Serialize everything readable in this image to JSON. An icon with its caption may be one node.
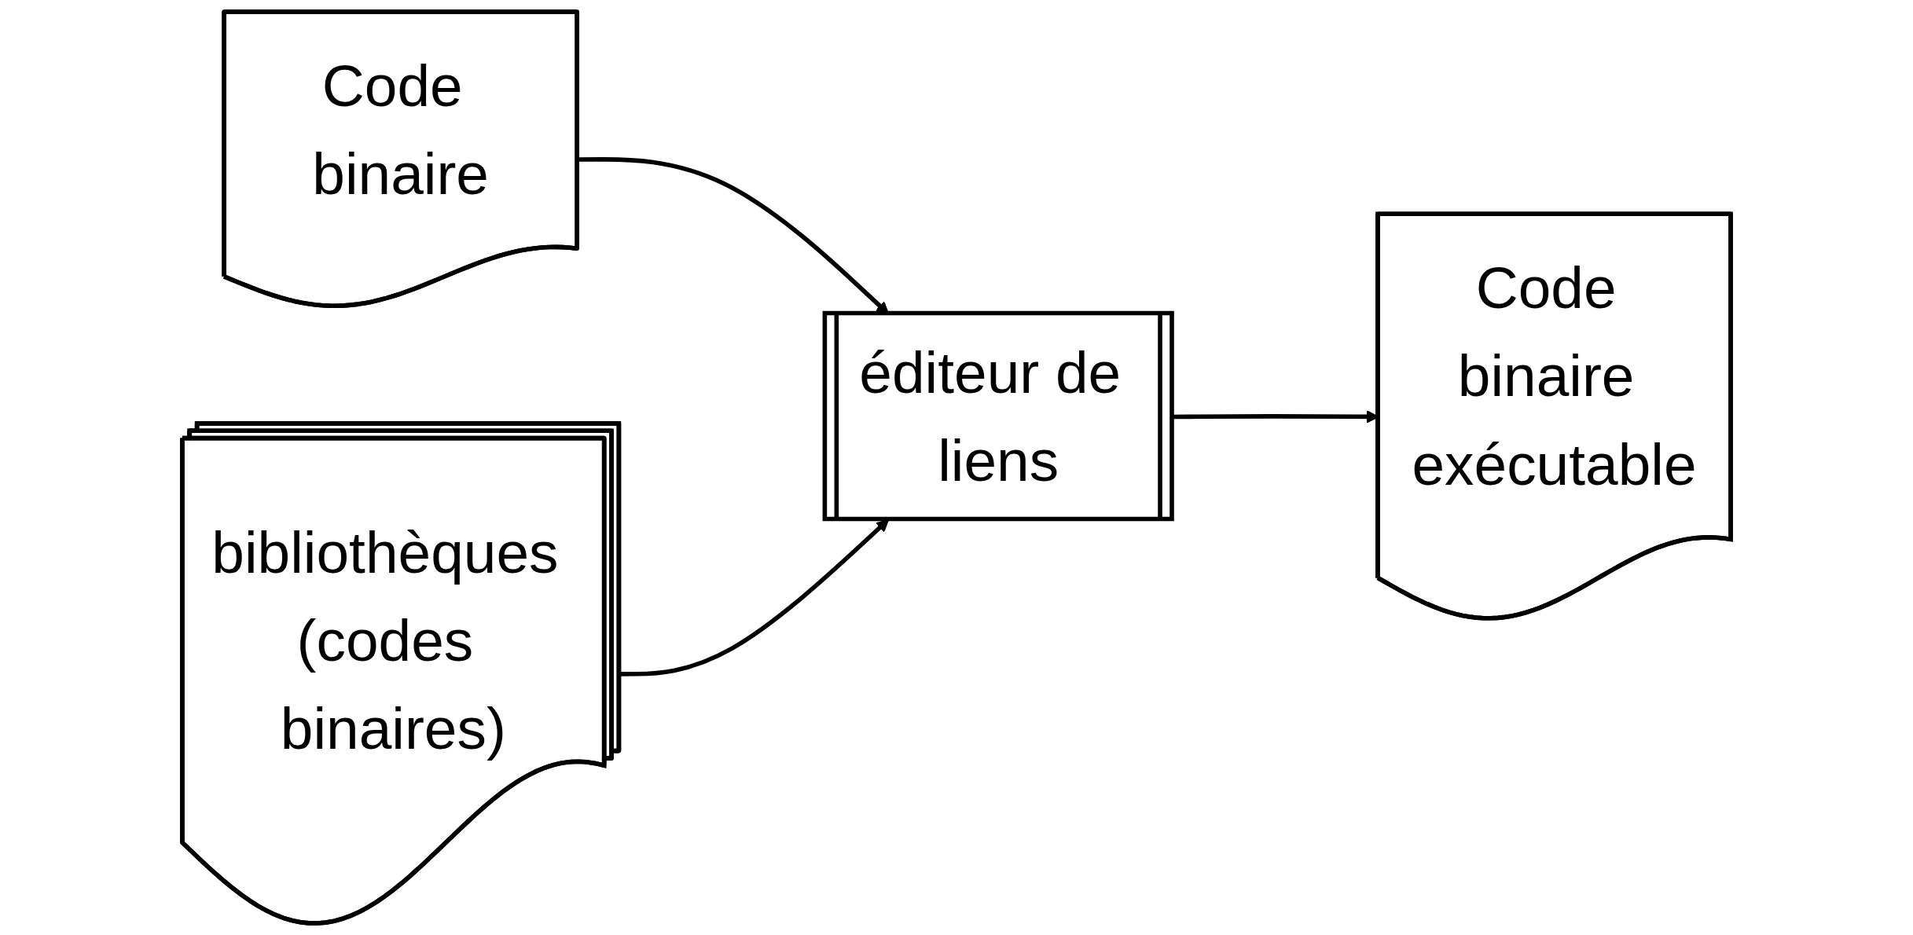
{
  "diagram": {
    "nodes": [
      {
        "text": [
          "Code binaire"
        ]
      },
      {
        "text": [
          "éditeur de liens"
        ]
      },
      {
        "text": [
          "Code binaire exécutable"
        ]
      },
      {
        "text": [
          "bibliothèques (codes binaires)"
        ]
      }
    ],
    "edges": [
      {
        "from": 0,
        "to": 1,
        "arrow": "to"
      },
      {
        "from": 1,
        "to": 2,
        "arrow": "to"
      },
      {
        "from": 3,
        "to": 1,
        "arrow": "to"
      }
    ]
  }
}
